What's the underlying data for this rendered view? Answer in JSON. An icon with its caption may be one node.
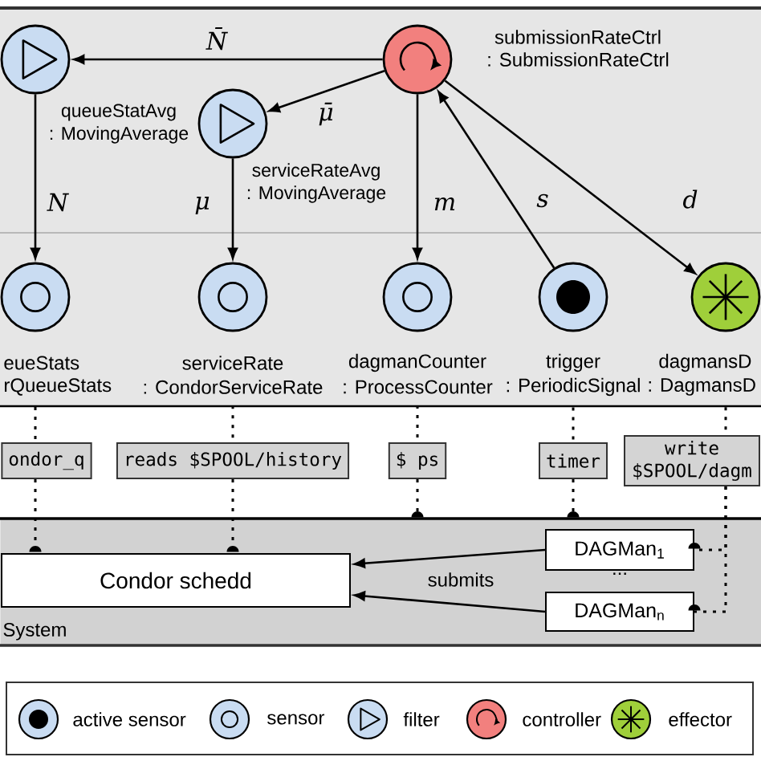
{
  "diagram": {
    "nodes": [
      {
        "text": [
          "queueStatAvg",
          ": MovingAverage"
        ]
      },
      {
        "text": [
          "submissionRateCtrl",
          ": SubmissionRateCtrl"
        ]
      },
      {
        "text": [
          "serviceRateAvg",
          ": MovingAverage"
        ]
      },
      {
        "text": [
          "eueStats",
          "rQueueStats"
        ]
      },
      {
        "text": [
          "serviceRate",
          ": CondorServiceRate"
        ]
      },
      {
        "text": [
          "dagmanCounter",
          ": ProcessCounter"
        ]
      },
      {
        "text": [
          "trigger",
          ": PeriodicSignal"
        ]
      },
      {
        "text": [
          "dagmansD",
          ": DagmansD"
        ]
      },
      {
        "text": [
          "ondor_q"
        ]
      },
      {
        "text": [
          "reads $SPOOL/history"
        ]
      },
      {
        "text": [
          "$ ps"
        ]
      },
      {
        "text": [
          "timer"
        ]
      },
      {
        "text": [
          "write $SPOOL/dagm"
        ]
      },
      {
        "text": [
          "System"
        ]
      },
      {
        "text": [
          "Condor schedd"
        ],
        "in": 13
      },
      {
        "text": [
          "DAGMan$_{1}$"
        ],
        "in": 13
      },
      {
        "text": [
          "DAGMan$_{n}$"
        ],
        "in": 13
      }
    ],
    "edges": [
      {
        "from": 1,
        "to": 0,
        "arrow": "to",
        "label": "N̄"
      },
      {
        "from": 1,
        "to": 2,
        "arrow": "to",
        "label": "μ̄"
      },
      {
        "from": 0,
        "to": 3,
        "arrow": "to",
        "label": "N"
      },
      {
        "from": 2,
        "to": 4,
        "arrow": "to",
        "label": "μ"
      },
      {
        "from": 1,
        "to": 5,
        "arrow": "to",
        "label": "m"
      },
      {
        "from": 6,
        "to": 1,
        "arrow": "to",
        "label": "s"
      },
      {
        "from": 1,
        "to": 7,
        "arrow": "to",
        "label": "d"
      },
      {
        "from": 3,
        "to": 8,
        "arrow": "none",
        "style": "dashed"
      },
      {
        "from": 4,
        "to": 9,
        "arrow": "none",
        "style": "dashed"
      },
      {
        "from": 5,
        "to": 10,
        "arrow": "none",
        "style": "dashed"
      },
      {
        "from": 6,
        "to": 11,
        "arrow": "none",
        "style": "dashed"
      },
      {
        "from": 7,
        "to": 12,
        "arrow": "none",
        "style": "dashed"
      },
      {
        "from": 8,
        "to": 14,
        "arrow": "other",
        "style": "dashed"
      },
      {
        "from": 9,
        "to": 14,
        "arrow": "other",
        "style": "dashed"
      },
      {
        "from": 10,
        "to": 13,
        "arrow": "other",
        "style": "dashed"
      },
      {
        "from": 11,
        "to": 13,
        "arrow": "other",
        "style": "dashed"
      },
      {
        "from": 12,
        "to": 15,
        "arrow": "other",
        "style": "dashed"
      },
      {
        "from": 12,
        "to": 16,
        "arrow": "other",
        "style": "dashed"
      },
      {
        "from": 15,
        "to": 14,
        "arrow": "to",
        "label": "submits"
      },
      {
        "from": 16,
        "to": 14,
        "arrow": "to"
      }
    ],
    "labels": [
      "..."
    ],
    "legend": [
      {
        "text": "active sensor"
      },
      {
        "text": "sensor"
      },
      {
        "text": "filter"
      },
      {
        "text": "controller"
      },
      {
        "text": "effector"
      }
    ]
  }
}
